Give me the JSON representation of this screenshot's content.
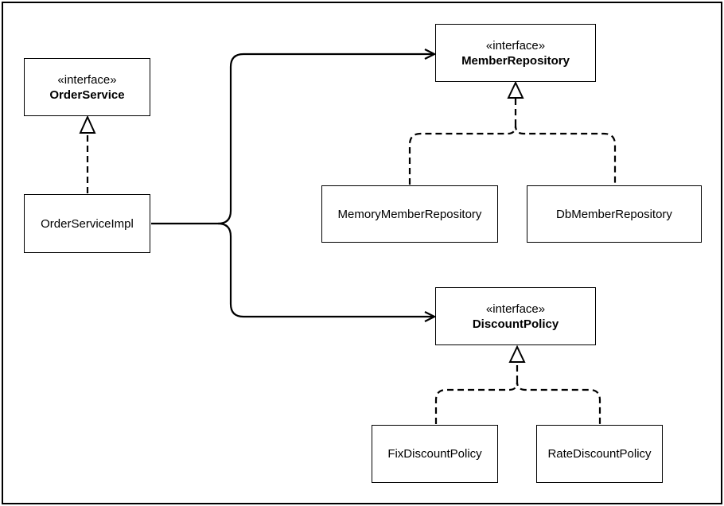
{
  "stereotype": "«interface»",
  "interfaces": {
    "order_service": "OrderService",
    "member_repository": "MemberRepository",
    "discount_policy": "DiscountPolicy"
  },
  "classes": {
    "order_service_impl": "OrderServiceImpl",
    "memory_member_repository": "MemoryMemberRepository",
    "db_member_repository": "DbMemberRepository",
    "fix_discount_policy": "FixDiscountPolicy",
    "rate_discount_policy": "RateDiscountPolicy"
  }
}
